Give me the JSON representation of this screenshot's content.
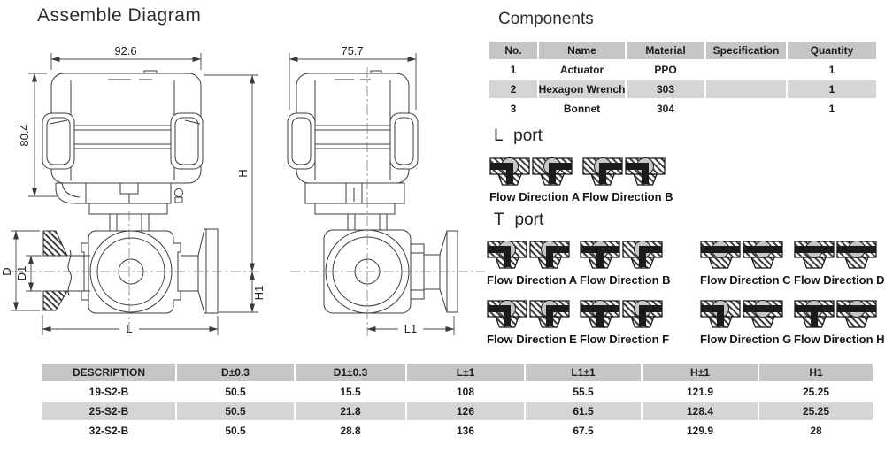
{
  "page": {
    "title": "Assemble Diagram"
  },
  "diagram": {
    "front_view": {
      "width_label": "92.6",
      "height_label": "80.4",
      "h_label": "H",
      "h1_label": "H1",
      "d_label": "D",
      "d1_label": "D1",
      "l_label": "L"
    },
    "side_view": {
      "width_label": "75.7",
      "l1_label": "L1"
    }
  },
  "components": {
    "title": "Components",
    "headers": [
      "No.",
      "Name",
      "Material",
      "Specification",
      "Quantity"
    ],
    "rows": [
      [
        "1",
        "Actuator",
        "PPO",
        "",
        "1"
      ],
      [
        "2",
        "Hexagon Wrench",
        "303",
        "",
        "1"
      ],
      [
        "3",
        "Bonnet",
        "304",
        "",
        "1"
      ]
    ]
  },
  "ports": {
    "l_port": {
      "heading": "L port",
      "directions": [
        {
          "label": "Flow Direction A",
          "icons": [
            "valve-corner-left-icon",
            "valve-corner-right-icon"
          ]
        },
        {
          "label": "Flow Direction B",
          "icons": [
            "valve-corner-right-icon",
            "valve-corner-left-icon"
          ]
        }
      ]
    },
    "t_port": {
      "heading": "T port",
      "rows": [
        [
          {
            "label": "Flow Direction A",
            "icons": [
              "valve-corner-left-icon",
              "valve-corner-right-icon"
            ]
          },
          {
            "label": "Flow Direction B",
            "icons": [
              "valve-tee-icon",
              "valve-corner-right-icon"
            ]
          },
          {
            "label": "Flow Direction C",
            "icons": [
              "valve-horizontal-icon",
              "valve-horizontal-icon"
            ]
          },
          {
            "label": "Flow Direction D",
            "icons": [
              "valve-horizontal-icon",
              "valve-horizontal-icon"
            ]
          }
        ],
        [
          {
            "label": "Flow Direction E",
            "icons": [
              "valve-corner-left-icon",
              "valve-corner-right-icon"
            ]
          },
          {
            "label": "Flow Direction F",
            "icons": [
              "valve-tee-icon",
              "valve-corner-right-icon"
            ]
          },
          {
            "label": "Flow Direction G",
            "icons": [
              "valve-corner-left-icon",
              "valve-horizontal-icon"
            ]
          },
          {
            "label": "Flow Direction H",
            "icons": [
              "valve-tee-icon",
              "valve-horizontal-icon"
            ]
          }
        ]
      ]
    }
  },
  "dimensions_table": {
    "headers": [
      "DESCRIPTION",
      "D±0.3",
      "D1±0.3",
      "L±1",
      "L1±1",
      "H±1",
      "H1"
    ],
    "rows": [
      [
        "19-S2-B",
        "50.5",
        "15.5",
        "108",
        "55.5",
        "121.9",
        "25.25"
      ],
      [
        "25-S2-B",
        "50.5",
        "21.8",
        "126",
        "61.5",
        "128.4",
        "25.25"
      ],
      [
        "32-S2-B",
        "50.5",
        "28.8",
        "136",
        "67.5",
        "129.9",
        "28"
      ]
    ]
  },
  "colors": {
    "table_header_gray": "#c6c6c6",
    "table_row_gray": "#d5d5d5",
    "line_color": "#3c3c3c"
  }
}
